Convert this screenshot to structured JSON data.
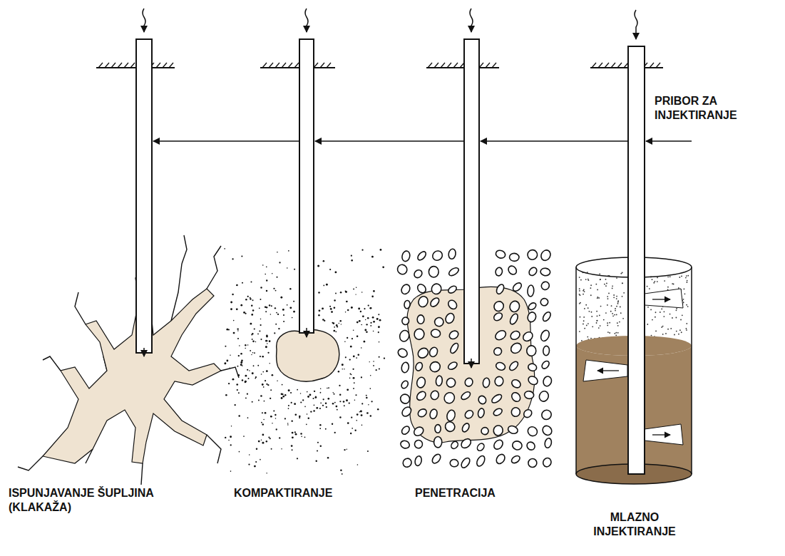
{
  "diagram": {
    "labels": [
      "PRIBOR ZA INJEKTIRANJE",
      "ISPUNJAVANJE ŠUPLJINA (KLAKAŽA)",
      "KOMPAKTIRANJE",
      "PENETRACIJA",
      "MLAZNO INJEKTIRANJE"
    ]
  }
}
